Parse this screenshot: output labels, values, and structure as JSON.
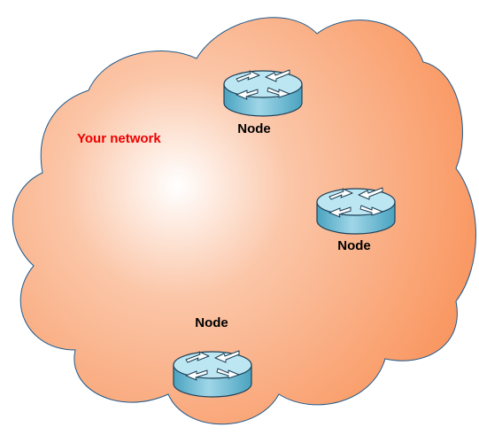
{
  "cloud": {
    "label": "Your network",
    "label_color": "#ee0000",
    "fill_highlight": "#ffffff",
    "fill_mid": "#fbc6a8",
    "fill_edge": "#f9955e",
    "outline_color": "#1f5a8c"
  },
  "nodes": [
    {
      "label": "Node",
      "icon": "router-icon"
    },
    {
      "label": "Node",
      "icon": "router-icon"
    },
    {
      "label": "Node",
      "icon": "router-icon"
    }
  ],
  "router_colors": {
    "top": "#bde6f3",
    "body_light": "#9fd6e8",
    "body_dark": "#4aa3c0",
    "outline": "#1d3f55",
    "arrow_fill": "#ffffff"
  }
}
